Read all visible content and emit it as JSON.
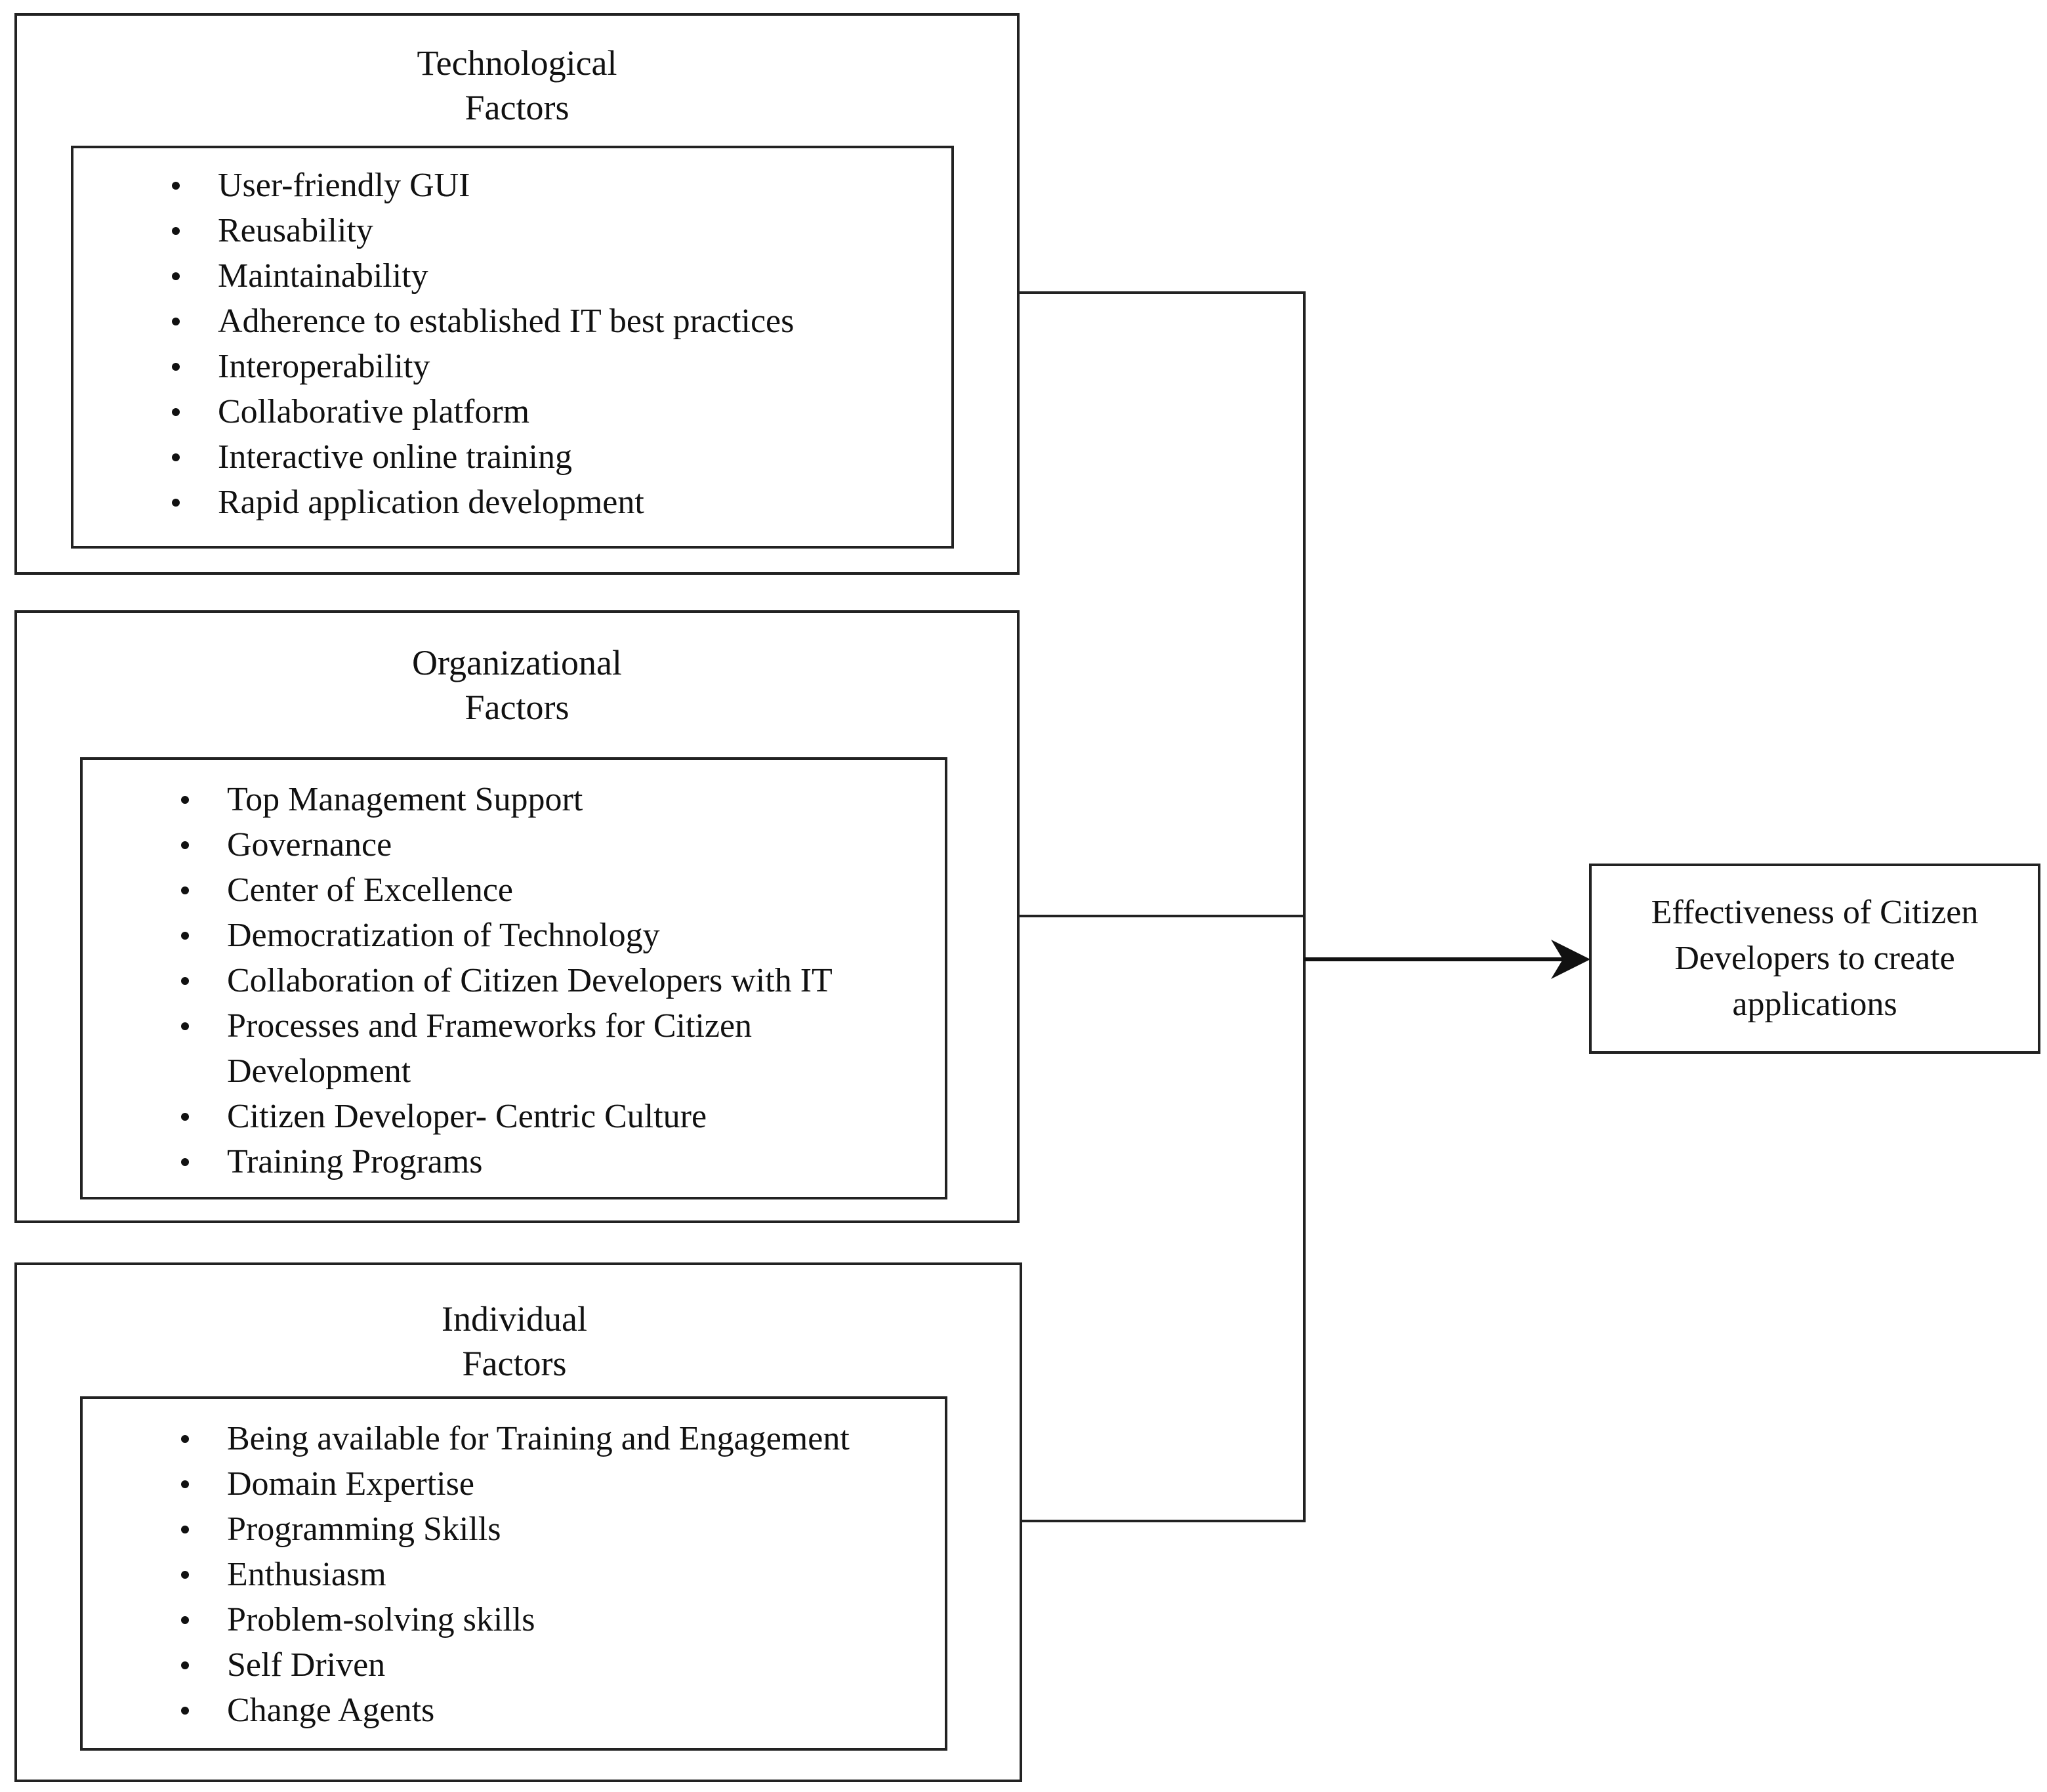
{
  "groups": [
    {
      "title_line1": "Technological",
      "title_line2": "Factors",
      "items": [
        "User-friendly GUI",
        "Reusability",
        "Maintainability",
        "Adherence to established IT best practices",
        "Interoperability",
        "Collaborative platform",
        "Interactive online training",
        "Rapid application development"
      ]
    },
    {
      "title_line1": "Organizational",
      "title_line2": "Factors",
      "items": [
        "Top Management Support",
        "Governance",
        "Center of Excellence",
        "Democratization of Technology",
        "Collaboration of Citizen Developers with IT",
        "Processes and Frameworks for Citizen Development",
        "Citizen Developer- Centric Culture",
        "Training Programs"
      ]
    },
    {
      "title_line1": "Individual",
      "title_line2": "Factors",
      "items": [
        "Being available for Training and Engagement",
        "Domain Expertise",
        "Programming Skills",
        "Enthusiasm",
        "Problem-solving skills",
        "Self Driven",
        "Change Agents"
      ]
    }
  ],
  "outcome": {
    "label": "Effectiveness of Citizen Developers to create applications"
  },
  "colors": {
    "stroke": "#222222",
    "text": "#111111",
    "background": "#ffffff"
  }
}
